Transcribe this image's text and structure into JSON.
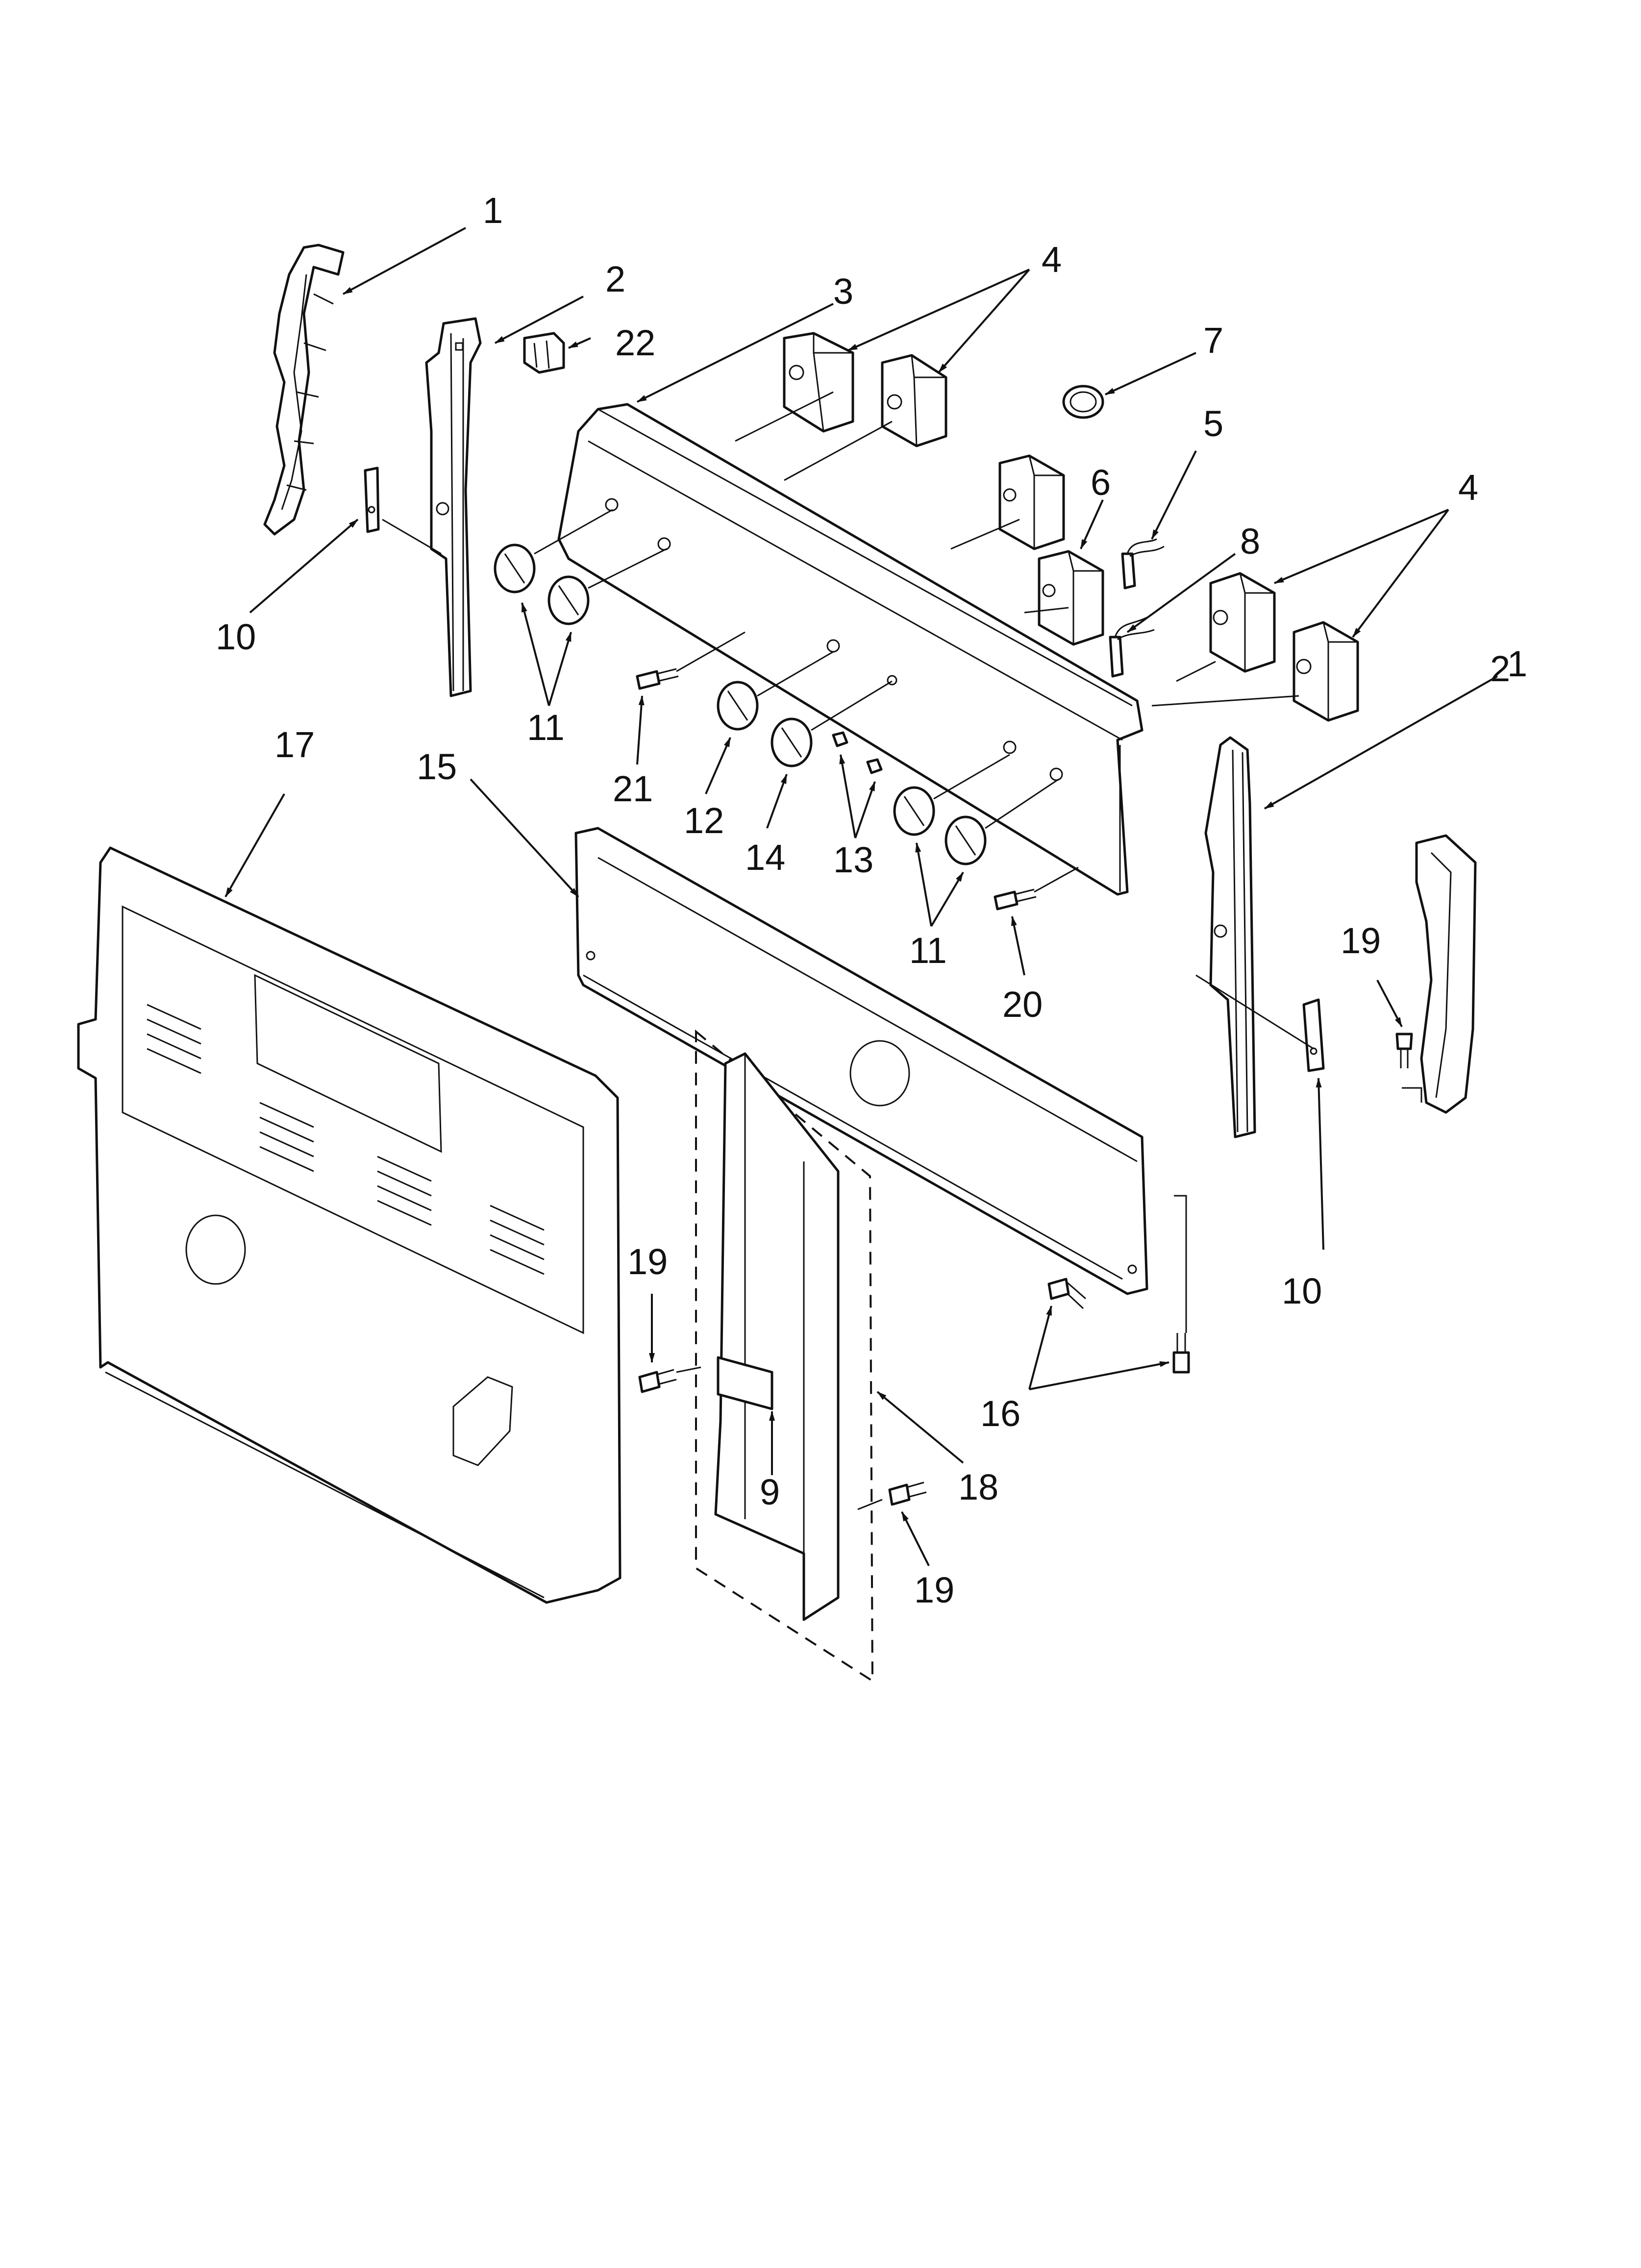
{
  "diagram": {
    "callouts": [
      {
        "id": "c1a",
        "label": "1"
      },
      {
        "id": "c1b",
        "label": "1"
      },
      {
        "id": "c2a",
        "label": "2"
      },
      {
        "id": "c2b",
        "label": "2"
      },
      {
        "id": "c3",
        "label": "3"
      },
      {
        "id": "c4a",
        "label": "4"
      },
      {
        "id": "c4b",
        "label": "4"
      },
      {
        "id": "c5",
        "label": "5"
      },
      {
        "id": "c6",
        "label": "6"
      },
      {
        "id": "c7",
        "label": "7"
      },
      {
        "id": "c8",
        "label": "8"
      },
      {
        "id": "c9",
        "label": "9"
      },
      {
        "id": "c10a",
        "label": "10"
      },
      {
        "id": "c10b",
        "label": "10"
      },
      {
        "id": "c11a",
        "label": "11"
      },
      {
        "id": "c11b",
        "label": "11"
      },
      {
        "id": "c12",
        "label": "12"
      },
      {
        "id": "c13",
        "label": "13"
      },
      {
        "id": "c14",
        "label": "14"
      },
      {
        "id": "c15",
        "label": "15"
      },
      {
        "id": "c16",
        "label": "16"
      },
      {
        "id": "c17",
        "label": "17"
      },
      {
        "id": "c18",
        "label": "18"
      },
      {
        "id": "c19a",
        "label": "19"
      },
      {
        "id": "c19b",
        "label": "19"
      },
      {
        "id": "c19c",
        "label": "19"
      },
      {
        "id": "c20",
        "label": "20"
      },
      {
        "id": "c21",
        "label": "21"
      },
      {
        "id": "c22",
        "label": "22"
      }
    ]
  }
}
